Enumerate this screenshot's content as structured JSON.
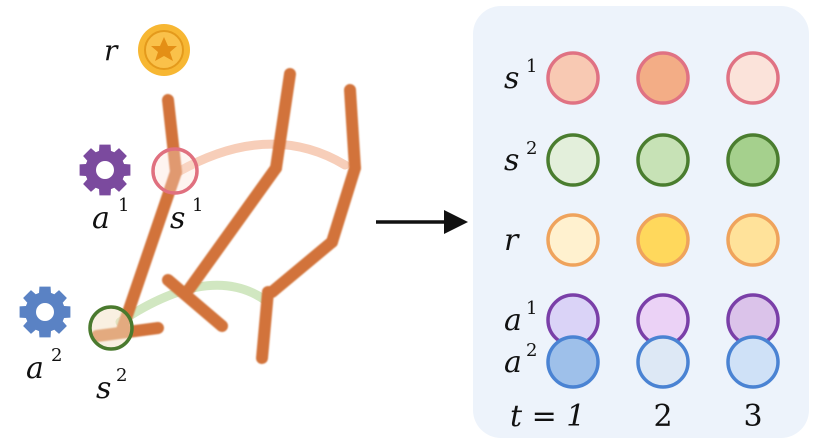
{
  "left": {
    "reward_label": "r",
    "agent1_label": "a",
    "agent1_sup": "1",
    "state1_label": "s",
    "state1_sup": "1",
    "agent2_label": "a",
    "agent2_sup": "2",
    "state2_label": "s",
    "state2_sup": "2",
    "icons": {
      "reward": "star-icon",
      "agent1": "gear-icon",
      "agent2": "gear-icon"
    },
    "colors": {
      "legs": "#d2733a",
      "s1_ring": "#e0707f",
      "s2_ring": "#4a7a2e",
      "reward_fill": "#f7b733",
      "agent1_gear": "#7b4a9e",
      "agent2_gear": "#5a82c4"
    }
  },
  "arrow_icon": "arrow-right-icon",
  "grid": {
    "rows": [
      {
        "label": "s",
        "sup": "1",
        "ring": "#e07283",
        "fills": [
          "#f8c9b3",
          "#f3ad86",
          "#fbe3da"
        ]
      },
      {
        "label": "s",
        "sup": "2",
        "ring": "#4a7d2f",
        "fills": [
          "#e3efdb",
          "#c7e2b6",
          "#a5d08d"
        ]
      },
      {
        "label": "r",
        "sup": "",
        "ring": "#efa35c",
        "fills": [
          "#fff1cf",
          "#ffd85c",
          "#ffe29a"
        ]
      },
      {
        "label": "a",
        "sup": "1",
        "ring": "#7a3fa8",
        "fills": [
          "#dad3f7",
          "#ebd2f6",
          "#dbc3ea"
        ]
      },
      {
        "label": "a",
        "sup": "2",
        "ring": "#4a83d3",
        "fills": [
          "#9ec0ea",
          "#dde8f5",
          "#cfe1f7"
        ]
      }
    ],
    "time_label": "t = 1",
    "col_labels": [
      "2",
      "3"
    ],
    "panel_bg": "#edf3fb"
  }
}
